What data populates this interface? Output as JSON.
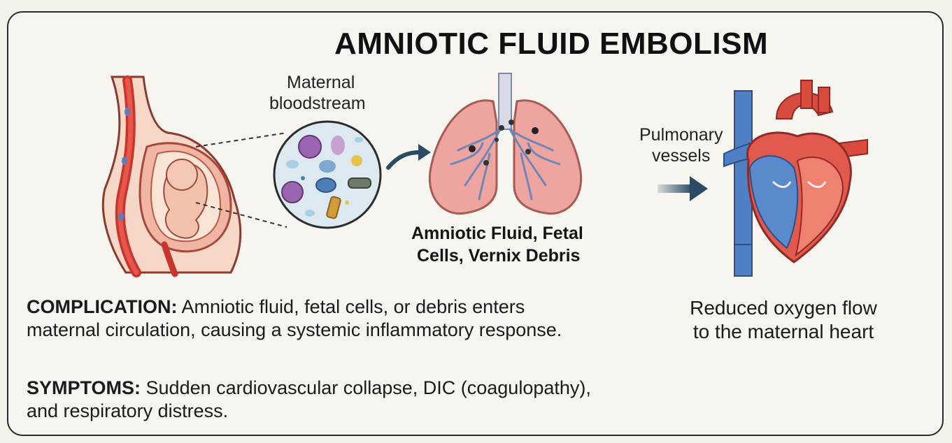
{
  "title": "AMNIOTIC FLUID EMBOLISM",
  "labels": {
    "bloodstream_line1": "Maternal",
    "bloodstream_line2": "bloodstream",
    "lungs_caption_line1": "Amniotic Fluid, Fetal",
    "lungs_caption_line2": "Cells, Vernix Debris",
    "pulmonary_line1": "Pulmonary",
    "pulmonary_line2": "vessels"
  },
  "complication": {
    "heading": "COMPLICATION:",
    "text": "Amniotic fluid, fetal cells, or debris enters maternal circulation, causing a systemic inflammatory response."
  },
  "symptoms": {
    "heading": "SYMPTOMS:",
    "text": "Sudden cardiovascular collapse, DIC (coagulopathy), and respiratory distress."
  },
  "heart_caption": {
    "line1": "Reduced oxygen flow",
    "line2": "to the maternal heart"
  },
  "colors": {
    "arterial_red": "#d94a3f",
    "venous_blue": "#4f7fc4",
    "lung_pink": "#eea5a0",
    "arrow_navy": "#2b4a63"
  }
}
